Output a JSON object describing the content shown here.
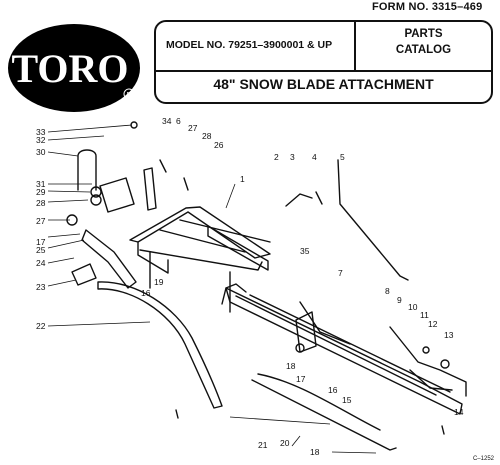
{
  "header": {
    "form_no": "FORM NO. 3315–469",
    "brand": "TORO",
    "model": "MODEL NO. 79251–3900001 & UP",
    "catalog_line1": "PARTS",
    "catalog_line2": "CATALOG",
    "product": "48\" SNOW BLADE ATTACHMENT"
  },
  "callouts": [
    "33",
    "32",
    "30",
    "31",
    "29",
    "28",
    "27",
    "25",
    "17",
    "24",
    "23",
    "22",
    "34",
    "6",
    "27",
    "28",
    "26",
    "1",
    "16",
    "19",
    "2",
    "3",
    "4",
    "5",
    "35",
    "7",
    "8",
    "9",
    "10",
    "11",
    "12",
    "13",
    "18",
    "17",
    "16",
    "15",
    "14",
    "21",
    "20",
    "18"
  ],
  "footer": {
    "code": "C–1252"
  }
}
